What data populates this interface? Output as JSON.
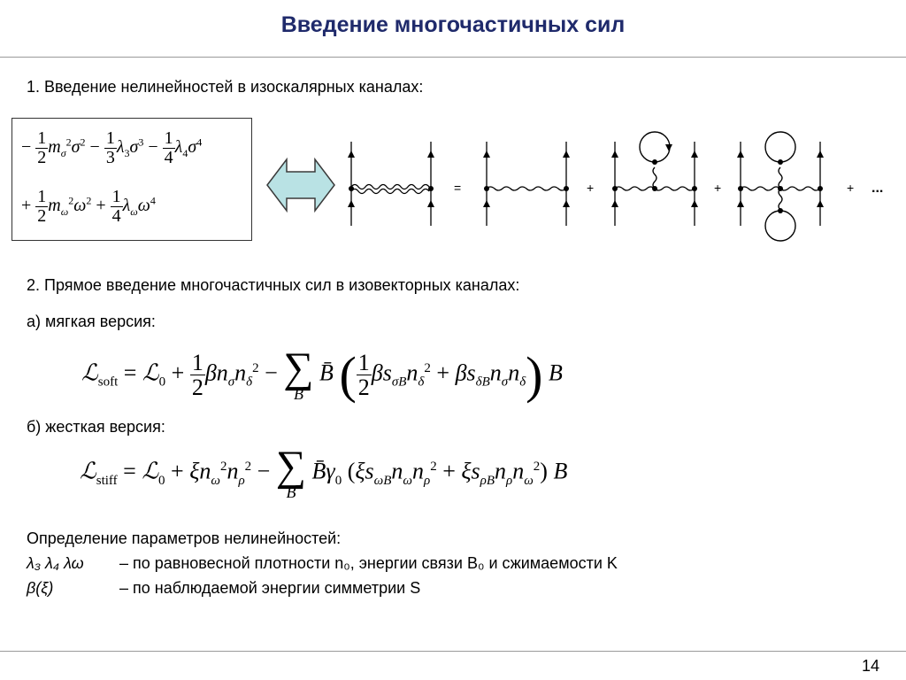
{
  "title": "Введение многочастичных сил",
  "section1": "1. Введение нелинейностей в изоскалярных каналах:",
  "section2": "2. Прямое введение многочастичных сил в изовекторных каналах:",
  "soft_label": "а) мягкая версия:",
  "stiff_label": "б) жесткая версия:",
  "definitions": {
    "heading": "Определение параметров нелинейностей:",
    "row1_symbols": "λ₃ λ₄ λω",
    "row1_text": "– по равновесной плотности n₀, энергии связи B₀ и сжимаемости K",
    "row2_symbols": "β(ξ)",
    "row2_text": "– по наблюдаемой энергии симметрии S"
  },
  "diagram_ops": {
    "equals": "=",
    "plus": "+",
    "ellipsis": "..."
  },
  "page_number": "14",
  "colors": {
    "title": "#1f2a6b",
    "arrow_fill": "#b9e2e4",
    "arrow_stroke": "#3a3a3a"
  }
}
